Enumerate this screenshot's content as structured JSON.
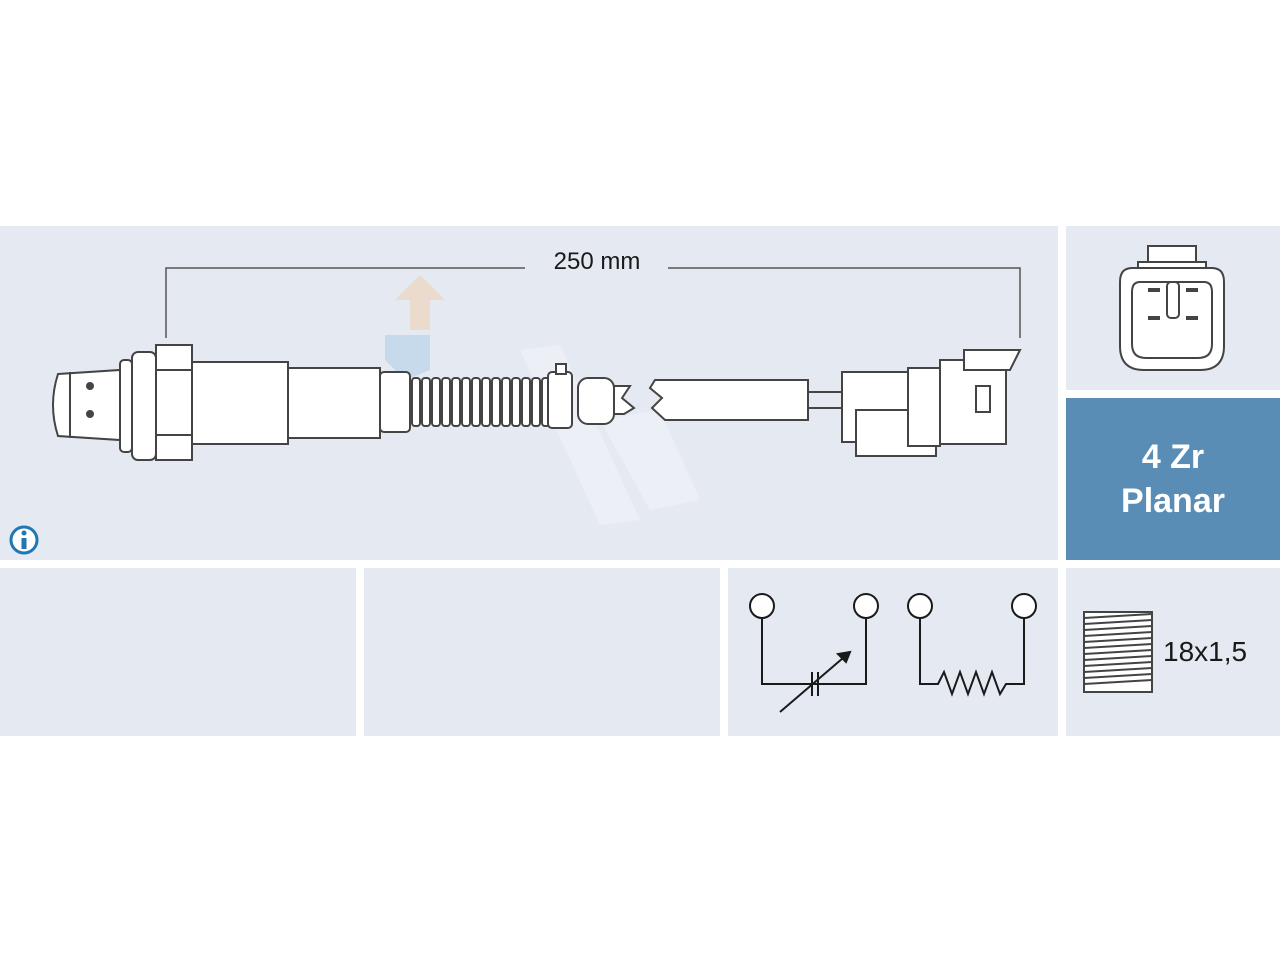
{
  "dimension": {
    "length_label": "250 mm"
  },
  "sensor": {
    "type_line1": "4 Zr",
    "type_line2": "Planar"
  },
  "thread": {
    "label": "18x1,5"
  },
  "colors": {
    "panel": "#e4e9f2",
    "accent": "#5a8db5",
    "line": "#1a1a1a",
    "info": "#1f77b4"
  },
  "icons": {
    "info": "info-icon",
    "connector": "connector-face-icon",
    "thread": "thread-icon"
  }
}
